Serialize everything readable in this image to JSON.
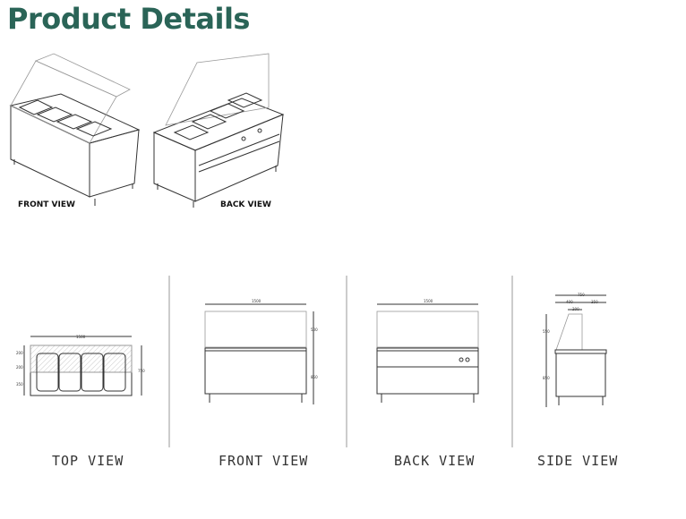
{
  "title": "Product Details",
  "iso_views": {
    "front": "FRONT VIEW",
    "back": "BACK VIEW"
  },
  "top_view": {
    "label": "TOP VIEW",
    "width": "1500",
    "depth": "750",
    "rows": [
      "200",
      "200",
      "350"
    ]
  },
  "front_view": {
    "label": "FRONT VIEW",
    "width": "1500",
    "upper": "500",
    "lower": "850"
  },
  "back_view": {
    "label": "BACK VIEW",
    "width": "1500"
  },
  "side_view": {
    "label": "SIDE VIEW",
    "total": "750",
    "left": "400",
    "right": "350",
    "top": "200",
    "upper": "550",
    "lower": "850"
  }
}
